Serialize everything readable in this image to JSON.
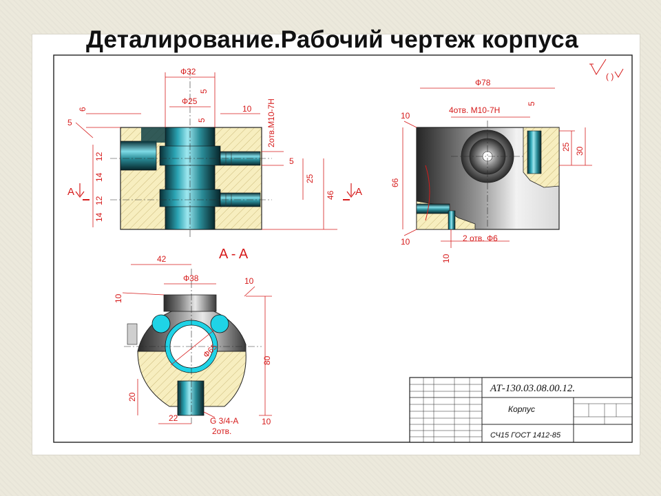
{
  "title": "Деталирование.Рабочий чертеж корпуса",
  "roughness": "( )",
  "section_label": "A - A",
  "cut_mark_left": "A",
  "cut_mark_right": "A",
  "front_view": {
    "phi32": "Ф32",
    "phi25": "Ф25",
    "d5_top": "5",
    "d5_inner": "5",
    "d6": "6",
    "d5_left": "5",
    "d10": "10",
    "thread": "2отв.М10-7Н",
    "d12a": "12",
    "d14a": "14",
    "d12b": "12",
    "d14b": "14",
    "d5_right": "5",
    "d25": "25",
    "d46": "46"
  },
  "side_view": {
    "phi78": "Ф78",
    "holes4": "4отв. М10-7Н",
    "d5": "5",
    "d10_top": "10",
    "d66": "66",
    "d25": "25",
    "d30": "30",
    "d10_bottom": "10",
    "holes2": "2 отв. Ф6",
    "d10_vert": "10"
  },
  "section_view": {
    "d42": "42",
    "phi38": "Ф38",
    "d10_top": "10",
    "d10_left": "10",
    "phi65": "Ф65",
    "d80": "80",
    "d20": "20",
    "d22": "22",
    "thread": "G 3/4-A",
    "holes": "2отв.",
    "d10_bottom": "10"
  },
  "title_block": {
    "code": "АТ-130.03.08.00.12.",
    "name": "Корпус",
    "material": "СЧ15 ГОСТ 1412-85"
  },
  "colors": {
    "hatch_fill": "#f7eebf",
    "cyan": "#1fd3e6",
    "dimension": "#d61a1a"
  }
}
